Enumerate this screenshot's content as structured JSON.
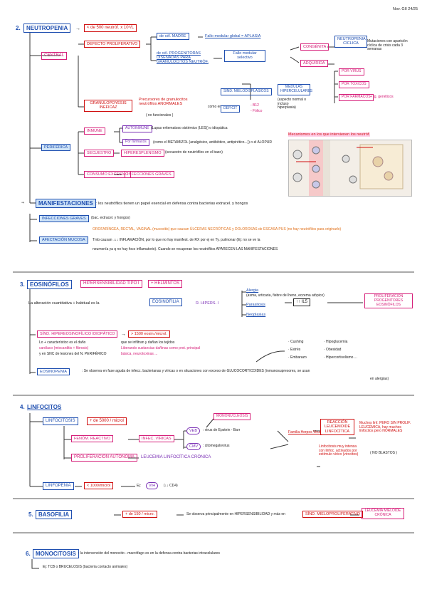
{
  "header": {
    "date": "Nov. GII 24/25"
  },
  "s2": {
    "num": "2.",
    "title": "NEUTROPENIA",
    "def": "< de 500 neutróf. x 10⁹/L",
    "central": "CENTRAL",
    "periferica": "PERIFÉRICA",
    "defecto": "DEFECTO PROLIFERATIVO",
    "cel_madre": "de cél. MADRE",
    "aplasia": "Fallo medular global = APLASIA",
    "progenitoras": "de cél. PROGENITORAS DISEÑADAS PARA GRANULOCITOS NEUTRÓF.",
    "fallo_selectivo": "Fallo medular selectivo",
    "congenita": "CONGÉNITA",
    "adquirida": "ADQUIRIDA",
    "ciclica": "NEUTROPENIA CÍCLICA",
    "ciclica_note": "Mutaciones con aparición cíclica de crisis cada 3 semanas",
    "por_virus": "POR VIRUS",
    "por_toxicos": "POR TÓXICOS",
    "por_farmacos": "POR FÁRMACOS",
    "granulopoyesis": "GRANULOPOYESIS INEFICAZ",
    "precursores": "Precursores de granulocitos neutrófilos ANORMALES",
    "no_funcionales": "( no funcionales )",
    "como_en": "como en",
    "sind_mielo": "SÍND. MIELODISPLÁSICOS",
    "deficit": "DÉFICIT",
    "b12": "- B12",
    "folico": "- Fólico",
    "medulas": "MÉDULAS HIPERCELULARES",
    "medulas_note": "(aspecto normal o incluso hiperplasia)",
    "ig_note": "+ Ig. genéticos",
    "inmune": "INMUNE",
    "autoinmune": "AUTOINMUNE",
    "autoinmune_note": "(Lupus eritematoso sistémico (LES)) o idiopática",
    "por_farmacos2": "Por fármacos",
    "farmacos_note": "(como el METAMIZOL (analgésico, antibiótico, antipirético...)) o el ALOPUR",
    "secuestro": "SECUESTRO",
    "hiperesplenismo": "HIPERESPLENISMO",
    "hiperesplenismo_note": "(secuestro de neutrófilos en el bazo)",
    "consumo": "CONSUMO EXCESIVO",
    "infecciones": "INFECCIONES GRAVES",
    "fig_title": "Mecanismos en los que intervienen los neutróf.",
    "manif": "MANIFESTACIONES",
    "manif_text": ": los neutrófilos tienen un papel esencial en defensa contra bacterias extracel. y hongos",
    "infecciones2": "INFECCIONES GRAVES",
    "infecciones2_note": "(bac. extracel. y hongos)",
    "afectacion": "AFECTACIÓN MUCOSA",
    "afect_1": "OROFARÍNGEA, RECTAL, VAGINAL (mucositis) que causan ÚLCERAS NECRÓTICAS y DOLOROSAS de ESCASA PUS (no hay neutrófilos para originarlo)",
    "afect_2": "Tmb causan ↓↓↓ INFLAMACIÓN, por lo que no hay manifest. de RX por ej en Ty. pulmonar (Ej: no se ve la",
    "afect_3": "neumonía ya q no hay foco inflamatorio). Cuando se recuperan los neutrófilos APARECEN LAS MANIFESTACIONES"
  },
  "s3": {
    "num": "3.",
    "title": "EOSINÓFILOS",
    "hiper": "HIPERSENSIBILIDAD TIPO I",
    "helmintos": "+ HELMINTOS",
    "intro": "La alteración cuantitativa + habitual es la",
    "eosinofilia": "EOSINOFILIA",
    "hipers": "R. HIPERS. I",
    "alergia": "Alergia",
    "alergia_note": "(asma, urticaria, fiebre del heno, eczema atópico)",
    "parasitosis": "Parasitosis",
    "neoplasias": "Neoplasias",
    "il5": "↑↑ IL5",
    "prolif": "PROLIFERACIÓN PROGENITORES EOSINÓFILOS",
    "hipereos": "SÍND. HIPEREOSINOFÍLICO IDIOPÁTICO",
    "hipereos_val": "> 1500 eosin./microl.",
    "hipereos_1": "Lo + característico es el daño",
    "hipereos_2": "cardíaco (miocarditis + fibrosis)",
    "hipereos_3": "y en SNC de lesiones del N. PERIFÉRICO",
    "hipereos_4": "que se infiltran y dañan los tejidos",
    "hipereos_5": "Liberando sustancias dañinas como prot. principal",
    "hipereos_6": "básica, neurotoxinas ...",
    "cushing": "· Cushing",
    "estres": "· Estrés",
    "embarazo": "· Embarazo",
    "hipoglucemia": "· Hipoglucemia",
    "obesidad": "· Obesidad",
    "hipercortisol": "· Hipercortisolismo ...",
    "eosinopenia": "EOSINOPENIA",
    "eosinopenia_text": ": Se observa en fase aguda de infecc. bacterianas y víricas o en situaciones con exceso de GLUCOCORTICOIDES (inmunosupresores, se usan",
    "eosinopenia_text2": "en alergias)"
  },
  "s4": {
    "num": "4.",
    "title": "LINFOCITOS",
    "linfocitosis": "LINFOCITOSIS",
    "linf_val": "+ de 5000 / microl",
    "fenom": "FENÓM. REACTIVO",
    "infec": "INFEC. VÍRICAS",
    "veb": "VEB",
    "cmv": "CMV",
    "mononucleosis": "MONONUCLEOSIS",
    "virus_epstein": ": virus de Epstein - Barr",
    "citomegalovirus": ": citomegalovirus",
    "familia": "Familia Herpes Virus",
    "reaccion": "REACCIÓN LEUCEMOIDE LINFOCÍTICA",
    "reaccion_note": "Linfocitosis muy intensa con linfoc. activados por estímulo vírico (virocitos)",
    "muchos": "Muchos linf. PERO SIN PROLIF. LEUCÉMICA, hay muchos linfocitos pero NORMALES",
    "no_blastos": "( NO BLASTOS )",
    "prolif_aut": "PROLIFERACIÓN AUTÓNOMA",
    "llc": "LEUCEMIA LINFOCÍTICA CRÓNICA",
    "linfopenia": "LINFOPENIA",
    "linfopenia_val": "< 1000/microl",
    "vih_pre": "Ej:",
    "vih": "VIH",
    "vih_post": "(↓↓ CD4)"
  },
  "s5": {
    "num": "5.",
    "title": "BASOFILIA",
    "val": "+ de 150 / micro.",
    "text": "Se observa principalmente en HIPERSENSIBILIDAD y más en",
    "sind": "SÍND. MIELOPROLIFERATIVO",
    "lmc": "LEUCEMIA MIELOIDE CRÓNICA"
  },
  "s6": {
    "num": "6.",
    "title": "MONOCITOSIS",
    "text": ": la intervención del monocito - macrófago es en la defensa contra bacterias intracelulares",
    "ej": "Ej: TCB o BRUCELOSIS (bacteria contacto animales)"
  }
}
